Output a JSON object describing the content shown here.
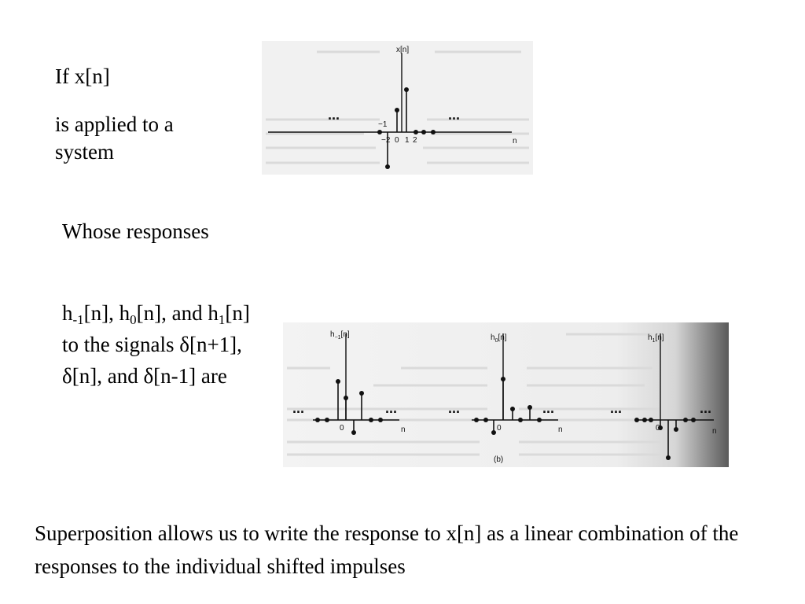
{
  "slide": {
    "line1": "If x[n]",
    "line2": "is applied to a system",
    "line3": "Whose responses",
    "responses": {
      "h": "h",
      "sub_m1": "-1",
      "seg1": "[n], h",
      "sub_0": "0",
      "seg2": "[n], and h",
      "sub_1": "1",
      "seg3": "[n] to the signals δ[n+1], δ[n], and δ[n-1] are"
    },
    "conclusion": "Superposition allows us to write the response to x[n] as a linear combination of the responses to the individual shifted impulses"
  },
  "figure_top": {
    "ylabel": "x[n]",
    "xlabel": "n",
    "ellipsis": "...",
    "tick_labels": {
      "m2": "−2",
      "m1": "−1",
      "z": "0",
      "p1": "1",
      "p2": "2"
    }
  },
  "figure_bottom": {
    "panels": [
      {
        "label_base": "h",
        "label_sub": "−1",
        "label_tail": "[n]",
        "origin": "0",
        "xlabel": "n"
      },
      {
        "label_base": "h",
        "label_sub": "0",
        "label_tail": "[n]",
        "origin": "0",
        "xlabel": "n"
      },
      {
        "label_base": "h",
        "label_sub": "1",
        "label_tail": "[n]",
        "origin": "0",
        "xlabel": "n"
      }
    ],
    "ellipsis": "...",
    "caption": "(b)"
  }
}
